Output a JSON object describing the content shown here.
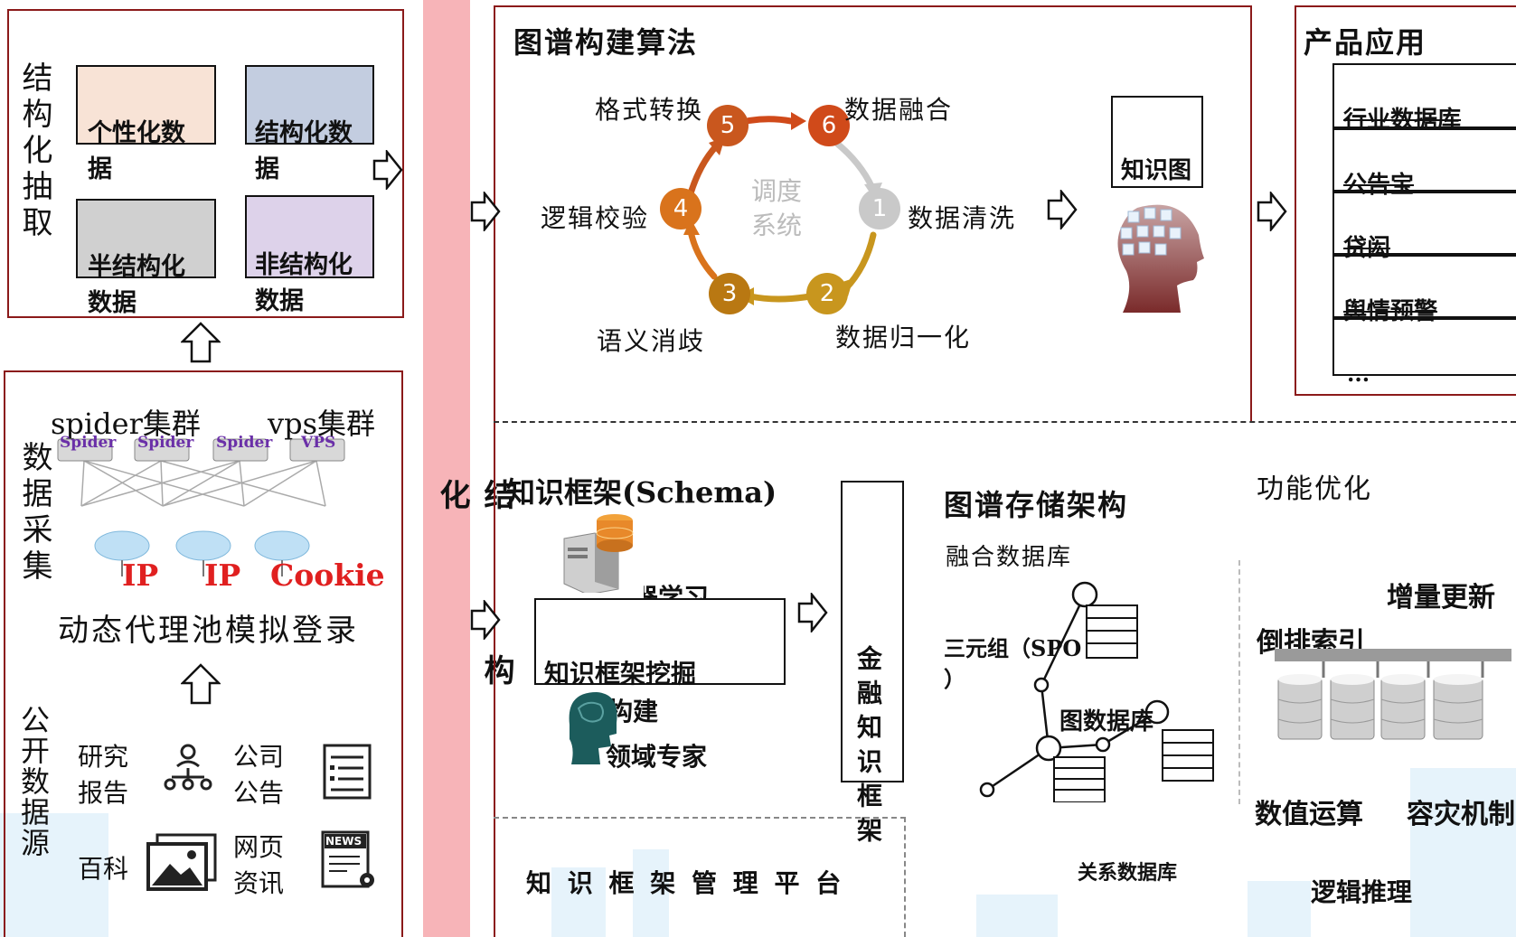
{
  "extraction": {
    "label": "结构化抽取",
    "cells": [
      "个性化数据",
      "结构化数据",
      "半结构化数据",
      "非结构化数据"
    ],
    "colors": [
      "#f8e3d6",
      "#c3cde0",
      "#d0d0d0",
      "#ddd2ea"
    ]
  },
  "collection": {
    "label": "数据采集",
    "spider_cluster": "spider集群",
    "vps_cluster": "vps集群",
    "server_tags": [
      "Spider",
      "Spider",
      "Spider",
      "VPS"
    ],
    "ip_tags": [
      "IP",
      "IP",
      "Cookie"
    ],
    "proxy_text": "动态代理池模拟登录"
  },
  "sources": {
    "label": "公开数据源",
    "items": [
      "研究报告",
      "公司公告",
      "百科",
      "网页资讯"
    ],
    "news_icon_text": "NEWS"
  },
  "middle_band": {
    "label": "结构化",
    "color": "#f7b4b8"
  },
  "algorithm": {
    "title": "图谱构建算法",
    "center": "调度系统",
    "steps": [
      {
        "num": "1",
        "label": "数据清洗",
        "color": "#c9c9c9"
      },
      {
        "num": "2",
        "label": "数据归一化",
        "color": "#c8961e"
      },
      {
        "num": "3",
        "label": "语义消歧",
        "color": "#b97812"
      },
      {
        "num": "4",
        "label": "逻辑校验",
        "color": "#d9731c"
      },
      {
        "num": "5",
        "label": "格式转换",
        "color": "#c9571e"
      },
      {
        "num": "6",
        "label": "数据融合",
        "color": "#d04a1a"
      }
    ],
    "kg_label": "知识图谱"
  },
  "product": {
    "title": "产品应用",
    "items": [
      "行业数据库",
      "公告宝",
      "贷闳",
      "舆情预警"
    ],
    "more": "..."
  },
  "schema": {
    "title": "知识框架(Schema)",
    "ml_label": "机器学习",
    "mining_label": "知识框架挖掘",
    "build_label": "构建",
    "expert_label": "领域专家",
    "finance_kg": "金融知识框架",
    "platform": "知 识 框 架 管 理 平 台"
  },
  "storage": {
    "title": "图谱存储架构",
    "fusion_db": "融合数据库",
    "triple": "三元组（SPO",
    "triple_end": "）",
    "graph_db": "图数据库",
    "relational_db": "关系数据库"
  },
  "optimize": {
    "title": "功能优化",
    "incremental": "增量更新",
    "inverted_index": "倒排索引",
    "numeric": "数值运算",
    "disaster": "容灾机制",
    "reasoning": "逻辑推理"
  }
}
